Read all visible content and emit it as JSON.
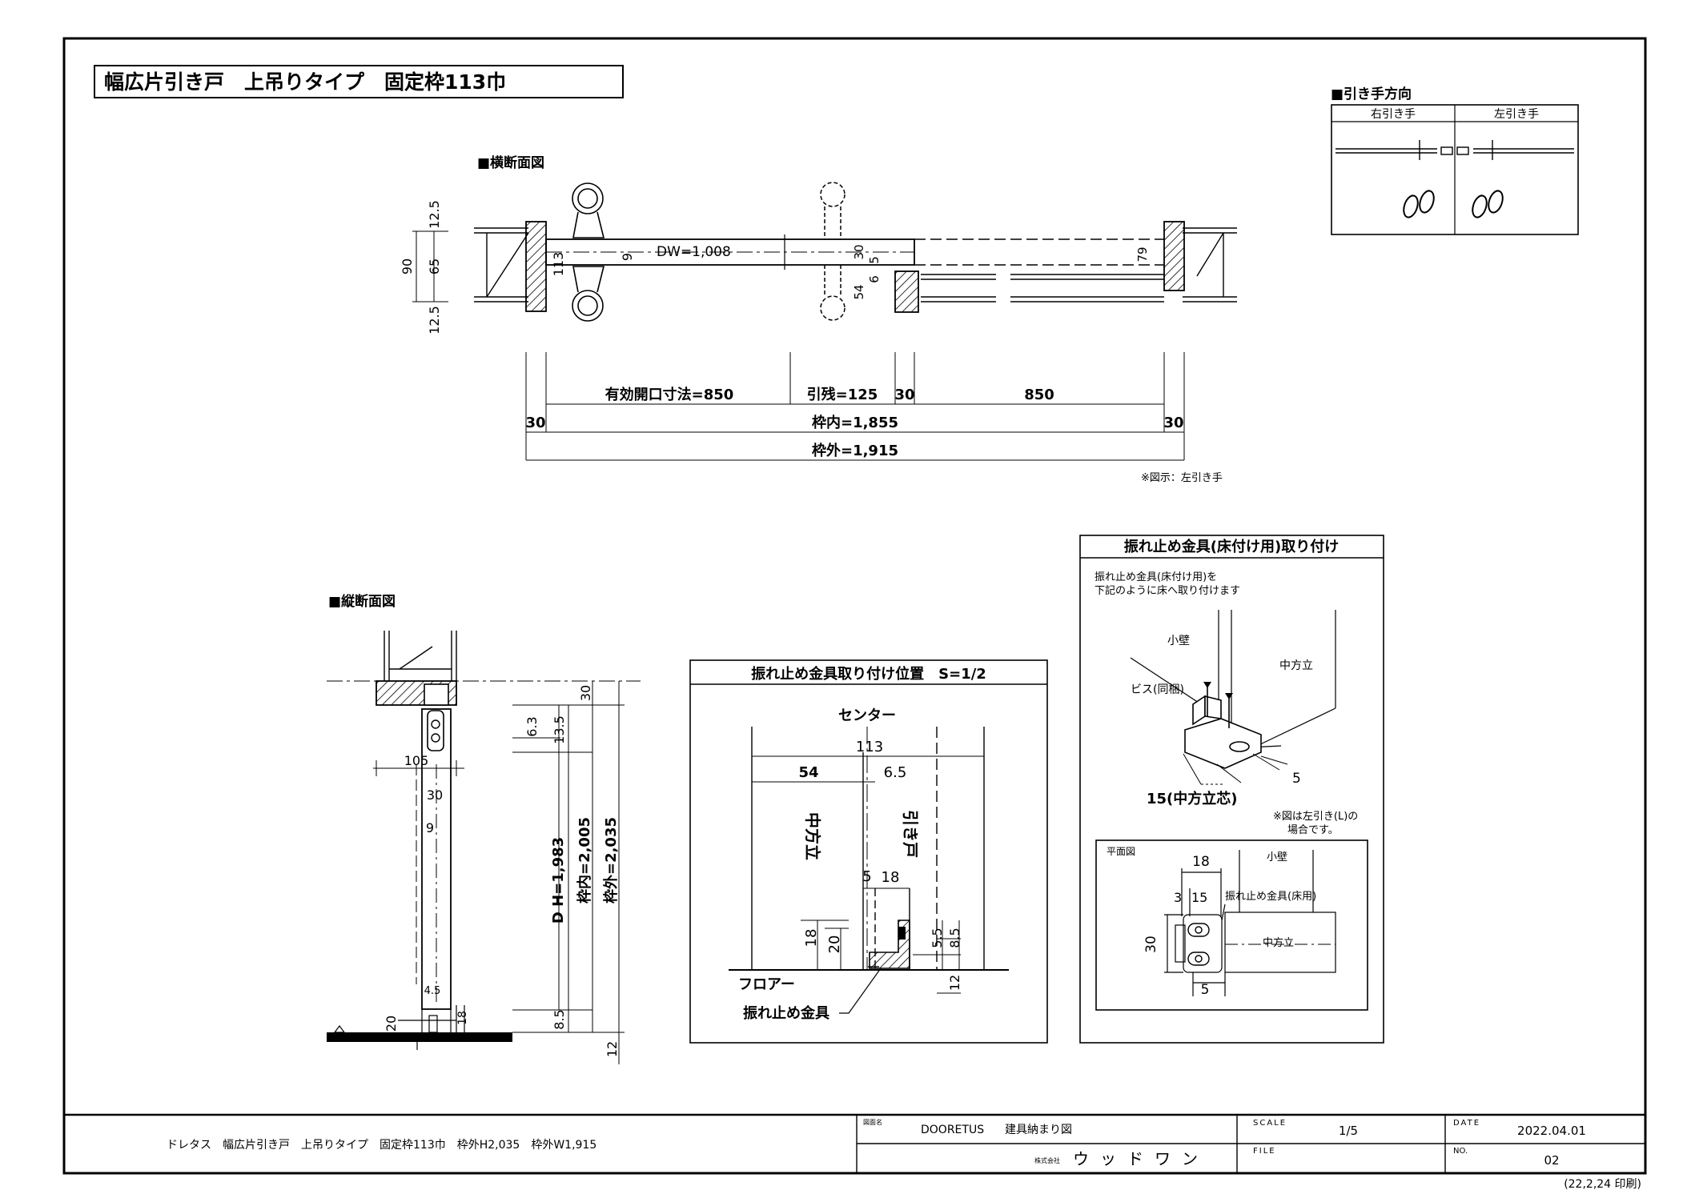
{
  "title": "幅広片引き戸　上吊りタイプ　固定枠113巾",
  "direction": {
    "heading": "■引き手方向",
    "col_right": "右引き手",
    "col_left": "左引き手"
  },
  "plan": {
    "heading": "■横断面図",
    "dim_12_5_top": "12.5",
    "dim_90": "90",
    "dim_65": "65",
    "dim_12_5_bottom": "12.5",
    "dim_113": "113",
    "dim_9": "9",
    "dw": "DW=1,008",
    "dim_30": "30",
    "dim_5": "5",
    "dim_6": "6",
    "dim_54": "54",
    "dim_79": "79",
    "row1": [
      "有効開口寸法=850",
      "引残=125",
      "30",
      "850"
    ],
    "row2": [
      "30",
      "枠内=1,855",
      "30"
    ],
    "row3": "枠外=1,915",
    "note": "※図示：左引き手"
  },
  "section": {
    "heading": "■縦断面図",
    "dim_30": "30",
    "dim_6_3": "6.3",
    "dim_13_5": "13.5",
    "dim_105": "105",
    "dim_30b": "30",
    "dim_9": "9",
    "dh": "D H=1,983",
    "inner": "枠内=2,005",
    "outer": "枠外=2,035",
    "dim_8_5": "8.5",
    "dim_4_5": "4.5",
    "dim_20": "20",
    "dim_18": "18",
    "dim_12": "12"
  },
  "position": {
    "header": "振れ止め金具取り付け位置　S=1/2",
    "center": "センター",
    "dim_113": "113",
    "dim_54": "54",
    "dim_6_5": "6.5",
    "nakatate": "中方立",
    "door": "引き戸",
    "dim_5": "5",
    "dim_18": "18",
    "dim_18b": "18",
    "dim_20": "20",
    "dim_5_5": "5.5",
    "dim_8_5": "8.5",
    "dim_12": "12",
    "floor": "フロアー",
    "fitting": "振れ止め金具"
  },
  "install": {
    "header": "振れ止め金具(床付け用)取り付け",
    "line1": "振れ止め金具(床付け用)を",
    "line2": "下記のように床へ取り付けます",
    "kokabe": "小壁",
    "nakatate": "中方立",
    "screw": "ビス(同梱)",
    "dim_5": "5",
    "dim_15": "15(中方立芯)",
    "note1": "※図は左引き(L)の",
    "note2": "場合です。",
    "plan_label": "平面図",
    "dim_18": "18",
    "kokabe2": "小壁",
    "dim_3": "3",
    "dim_15b": "15",
    "fitting2": "振れ止め金具(床用)",
    "dim_30": "30",
    "nakatate2": "中方立",
    "dim_5b": "5"
  },
  "footer": {
    "description": "ドレタス　幅広片引き戸　上吊りタイプ　固定枠113巾　枠外H2,035　枠外W1,915",
    "label_name": "図面名",
    "name_brand": "DOORETUS",
    "name_text": "建具納まり図",
    "company_prefix": "株式会社",
    "company": "ウッドワン",
    "scale_label": "SCALE",
    "scale": "1/5",
    "file_label": "FILE",
    "date_label": "DATE",
    "date": "2022.04.01",
    "no_label": "NO.",
    "no": "02",
    "printed": "(22,2,24 印刷)"
  }
}
